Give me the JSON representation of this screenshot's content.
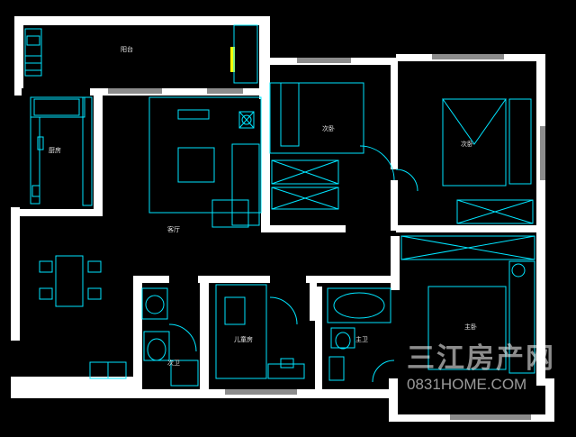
{
  "rooms": {
    "balcony_top": "阳台",
    "kitchen": "厨房",
    "living_room": "客厅",
    "bedroom_second_a": "次卧",
    "bedroom_second_b": "次卧",
    "master_bedroom": "主卧",
    "kids_room": "儿童房",
    "guest_bath": "次卫",
    "master_bath": "主卫"
  },
  "watermark": {
    "brand_cn": "三江房产网",
    "brand_url": "0831HOME.COM"
  },
  "colors": {
    "background": "#000000",
    "wall": "#ffffff",
    "furniture": "#00e5ff",
    "accent": "#ffff00",
    "window_hatch": "#c0c0c0"
  }
}
